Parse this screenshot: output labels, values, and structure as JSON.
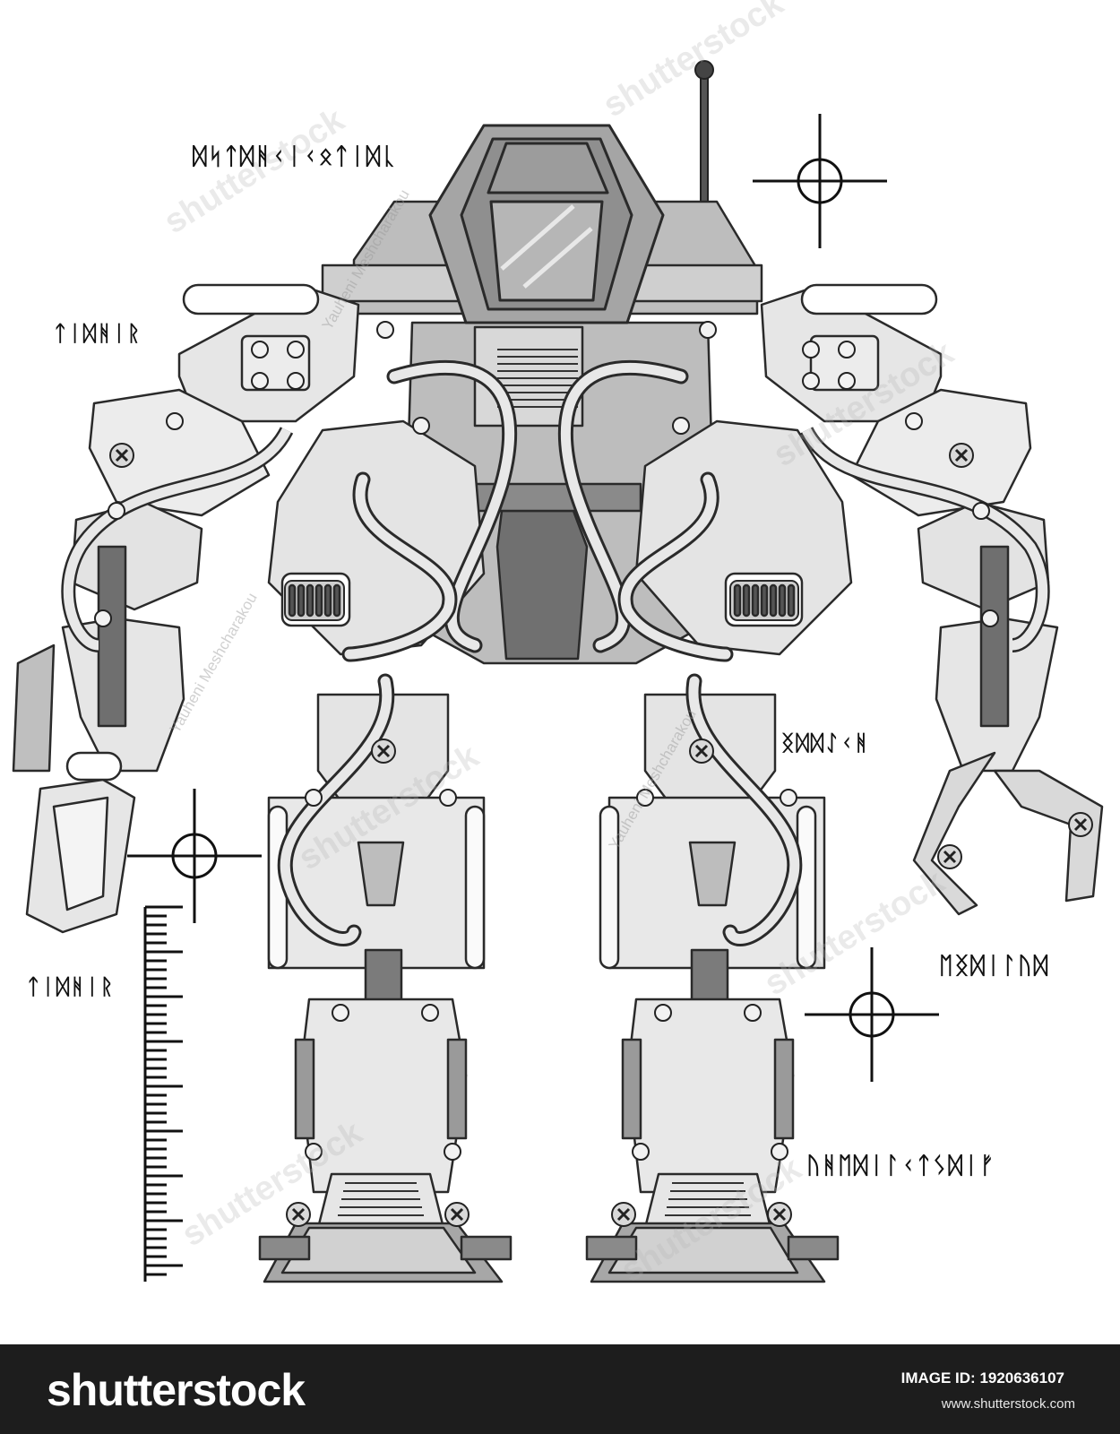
{
  "labels": {
    "top_left": "ᛞᛋᛏᛞᚻᚲᛁᚲᛟᛏᛁᛞᚳ",
    "shoulder_left": "ᛏᛁᛞᚻᛁᚱ",
    "hip_left": "ᛏᛁᛞᚻᛁᚱ",
    "knee_right": "ᛝᛞᛞᛇᚲᚻ",
    "hand_right": "ᛖᛝᛞᛁᛚᚢᛞ",
    "foot_right": "ᚢᚻᛖᛞᛁᛚᚲᛏᛊᛞᛁᚠ"
  },
  "watermark": {
    "text": "shutterstock",
    "credit": "Yauheni Meshcharakou"
  },
  "footer": {
    "logo": "shutterstock",
    "image_id_label": "IMAGE ID: 1920636107",
    "site": "www.shutterstock.com"
  },
  "colors": {
    "light": "#ebebeb",
    "mid": "#bdbdbd",
    "dark": "#7b7b7b",
    "darker": "#5e5e5e",
    "outline": "#2a2a2a"
  }
}
